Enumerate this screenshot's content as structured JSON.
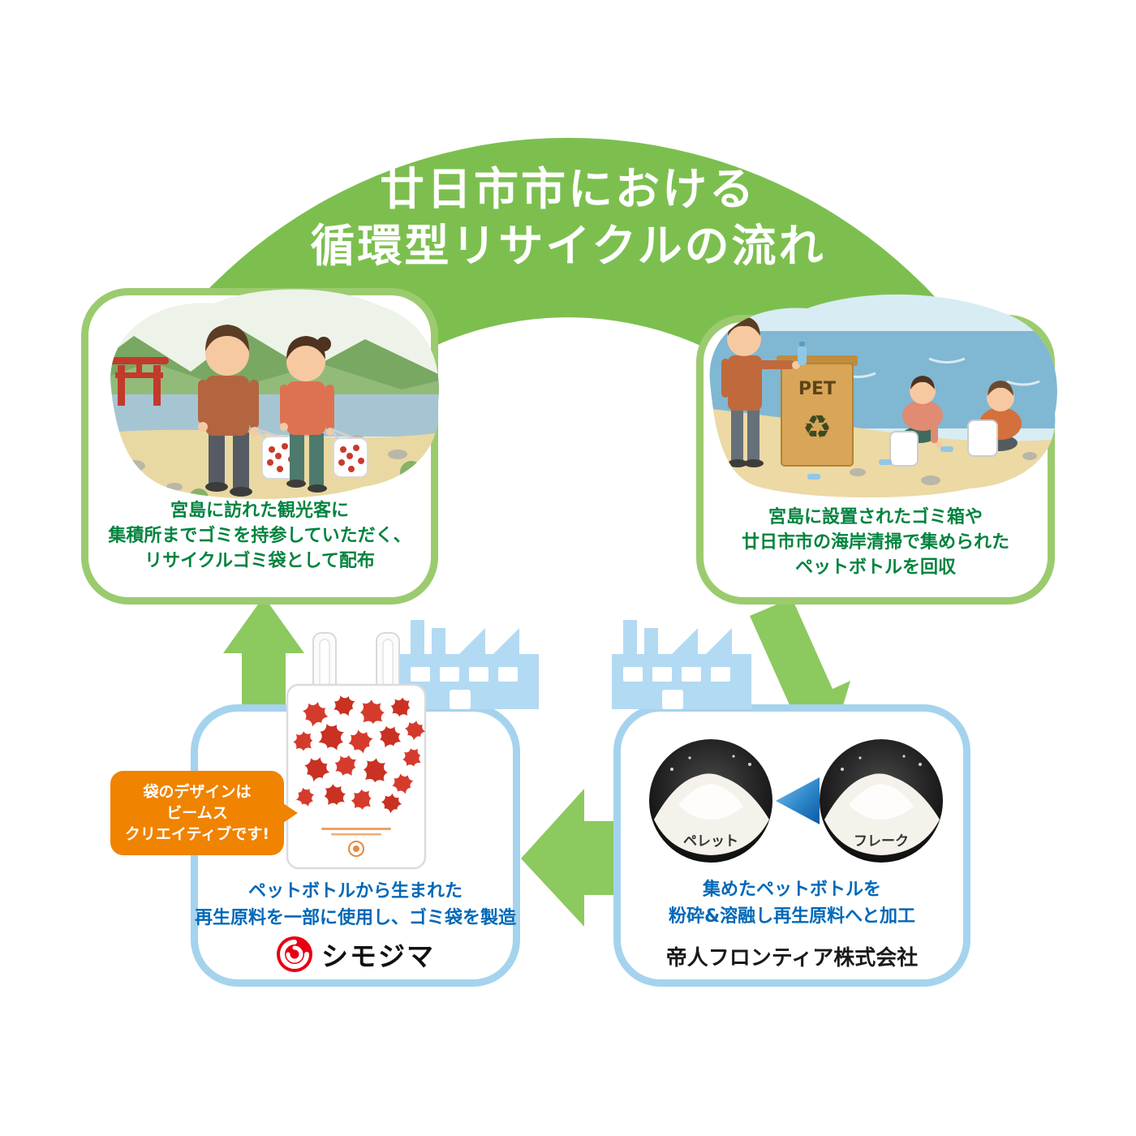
{
  "title": {
    "line1": "廿日市市における",
    "line2": "循環型リサイクルの流れ"
  },
  "panels": {
    "distribute": {
      "caption": [
        "宮島に訪れた観光客に",
        "集積所までゴミを持参していただく、",
        "リサイクルゴミ袋として配布"
      ]
    },
    "collect": {
      "caption": [
        "宮島に設置されたゴミ箱や",
        "廿日市市の海岸清掃で集められた",
        "ペットボトルを回収"
      ],
      "bin_label": "PET",
      "recycle_icon": "♻"
    },
    "process": {
      "caption": [
        "集めたペットボトルを",
        "粉砕&溶融し再生原料へと加工"
      ],
      "pellet_label": "ペレット",
      "flake_label": "フレーク",
      "company": "帝人フロンティア株式会社"
    },
    "manufacture": {
      "caption": [
        "ペットボトルから生まれた",
        "再生原料を一部に使用し、ゴミ袋を製造"
      ],
      "bubble": [
        "袋のデザインは",
        "ビームス",
        "クリエイティブです!"
      ],
      "company": "シモジマ"
    }
  },
  "colors": {
    "arc_green": "#7cbf4f",
    "arrow_green": "#8cc95f",
    "panel_border_green": "#9bcb6e",
    "panel_border_blue": "#a5d3ee",
    "caption_green": "#00833e",
    "caption_blue": "#0068b7",
    "bubble_orange": "#f08300",
    "logo_red": "#e60012"
  }
}
